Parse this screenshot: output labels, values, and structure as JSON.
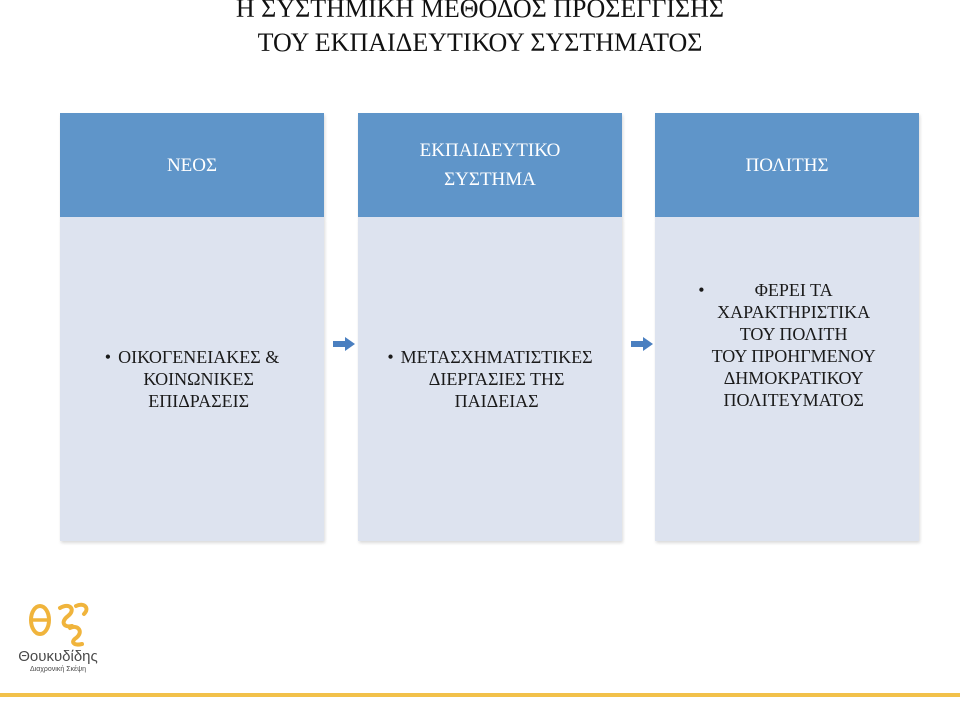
{
  "title": {
    "line1": "Η ΣΥΣΤΗΜΙΚΗ ΜΕΘΟΔΟΣ ΠΡΟΣΕΓΓΙΣΗΣ",
    "line2": "ΤΟΥ ΕΚΠΑΙΔΕΥΤΙΚΟΥ ΣΥΣΤΗΜΑΤΟΣ"
  },
  "columns": [
    {
      "header": "ΝΕΟΣ",
      "bullet": "ΟΙΚΟΓΕΝΕΙΑΚΕΣ &\nΚΟΙΝΩΝΙΚΕΣ\nΕΠΙΔΡΑΣΕΙΣ"
    },
    {
      "header": "ΕΚΠΑΙΔΕΥΤΙΚΟ\nΣΥΣΤΗΜΑ",
      "bullet": "ΜΕΤΑΣΧΗΜΑΤΙΣΤΙΚΕΣ\nΔΙΕΡΓΑΣΙΕΣ ΤΗΣ\nΠΑΙΔΕΙΑΣ"
    },
    {
      "header": "ΠΟΛΙΤΗΣ",
      "bullet": "ΦΕΡΕΙ ΤΑ\nΧΑΡΑΚΤΗΡΙΣΤΙΚΑ\nΤΟΥ ΠΟΛΙΤΗ\nΤΟΥ ΠΡΟΗΓΜΕΝΟΥ\nΔΗΜΟΚΡΑΤΙΚΟΥ\nΠΟΛΙΤΕΥΜΑΤΟΣ"
    }
  ],
  "bullet_symbol": "•",
  "logo": {
    "name": "Θουκυδίδης",
    "subtitle": "Διαχρονική Σκέψη"
  },
  "colors": {
    "header_fill": "#5f95c9",
    "body_fill": "#dde3ef",
    "arrow": "#4a7fc0",
    "logo_accent": "#f0b43c",
    "bottom_line": "#f2c14a"
  },
  "icons": [
    "right-arrow-icon",
    "logo-icon"
  ]
}
